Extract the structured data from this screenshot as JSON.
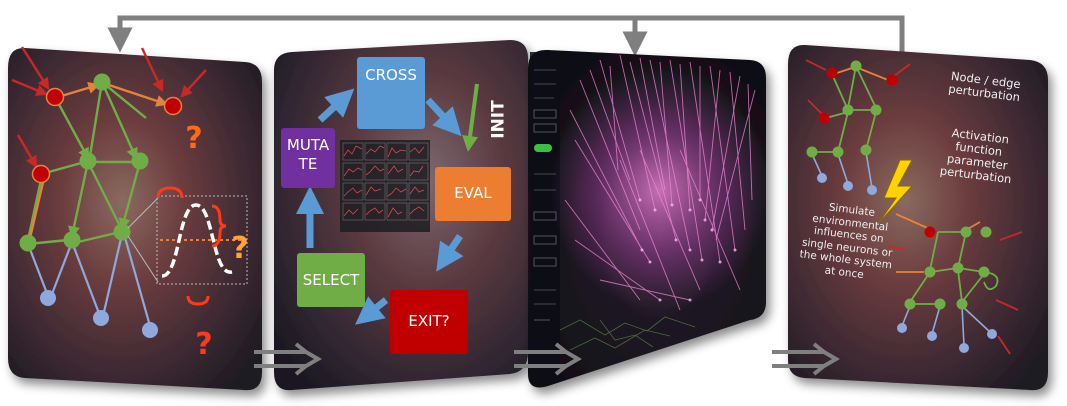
{
  "workflow": {
    "steps": {
      "cross": "CROSS",
      "mutate": "MUTATE",
      "eval": "EVAL",
      "init": "INIT",
      "select": "SELECT",
      "exit": "EXIT?"
    },
    "question_mark": "?",
    "notes": {
      "node_edge": "Node / edge perturbation",
      "activation": "Activation function parameter perturbation",
      "environment": "Simulate environmental influences on single neurons or the whole system at once"
    }
  },
  "colors": {
    "cross": "#5b9bd5",
    "mutate": "#7030a0",
    "eval": "#ed7d31",
    "select": "#70ad47",
    "exit": "#c00000",
    "arrow_blue": "#5b9bd5",
    "init_green": "#70ad47",
    "node_red": "#c00000",
    "node_green": "#70ad47",
    "node_blue": "#8fa9dc",
    "edge_green": "#70ad47",
    "edge_orange": "#e6823a",
    "edge_red": "#c82828",
    "flow_gray": "#7f7f7f",
    "lightning": "#ffd200"
  },
  "icons": [
    "feedback-arrow-icon",
    "flow-arrow-icon",
    "lightning-icon",
    "question-mark-icon"
  ]
}
